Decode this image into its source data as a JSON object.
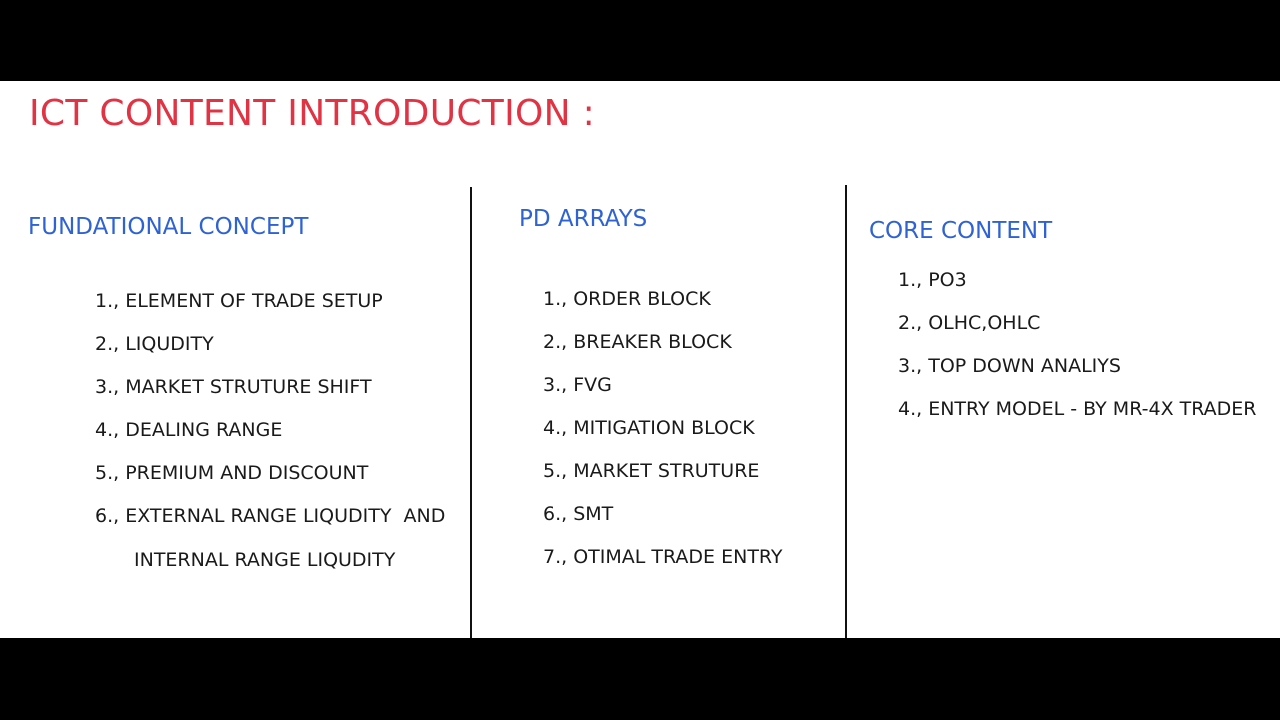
{
  "slide": {
    "title": "ICT CONTENT INTRODUCTION :",
    "colors": {
      "title": "#e03445",
      "heading": "#2f62d3",
      "text": "#1a1a1a",
      "background": "#ffffff",
      "letterbox": "#000000"
    }
  },
  "columns": [
    {
      "heading": "FUNDATIONAL CONCEPT",
      "items": [
        "1., ELEMENT OF TRADE SETUP",
        "2., LIQUDITY",
        "3., MARKET STRUTURE SHIFT",
        "4., DEALING RANGE",
        "5., PREMIUM AND DISCOUNT",
        "6., EXTERNAL RANGE LIQUDITY  AND"
      ],
      "continuation": "INTERNAL RANGE LIQUDITY"
    },
    {
      "heading": "PD ARRAYS",
      "items": [
        "1., ORDER BLOCK",
        "2., BREAKER BLOCK",
        "3., FVG",
        "4., MITIGATION BLOCK",
        "5., MARKET STRUTURE",
        "6., SMT",
        "7., OTIMAL TRADE ENTRY"
      ]
    },
    {
      "heading": "CORE CONTENT",
      "items": [
        "1., PO3",
        "2., OLHC,OHLC",
        "3., TOP DOWN ANALIYS",
        "4., ENTRY MODEL - BY MR-4X TRADER"
      ]
    }
  ]
}
